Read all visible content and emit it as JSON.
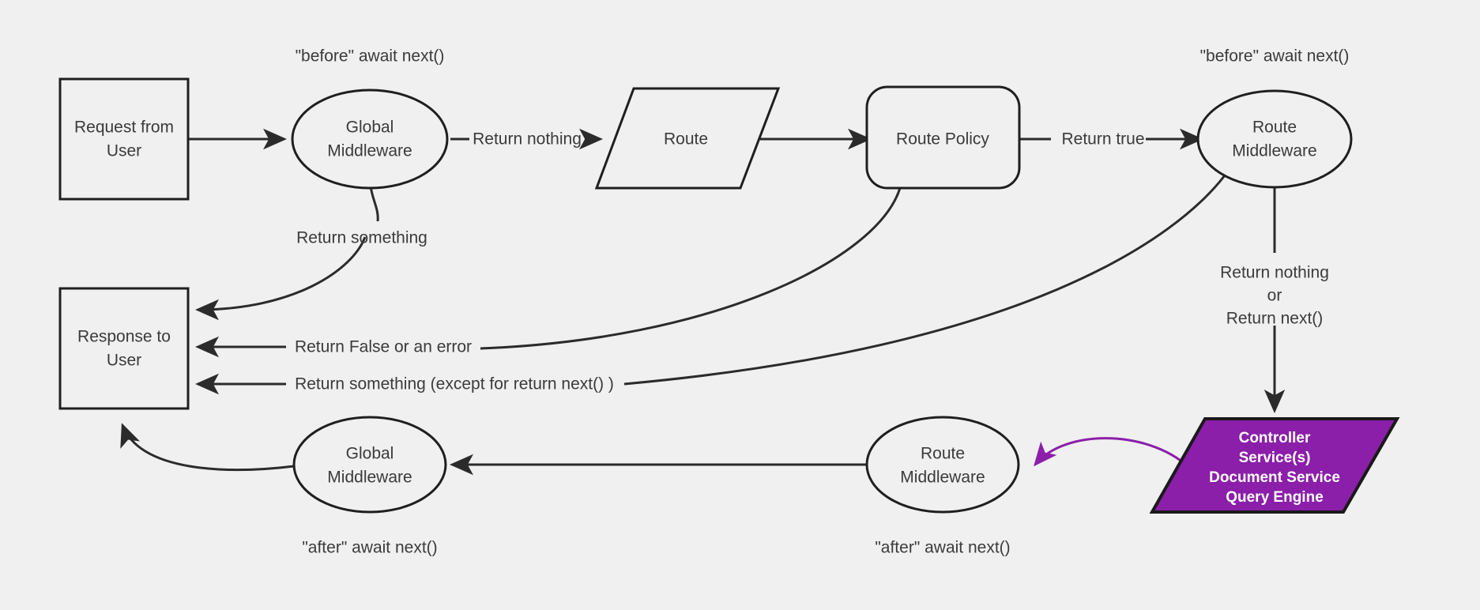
{
  "diagram": {
    "title": "Request / Middleware Lifecycle Flow",
    "background_color": "#f0f0f0",
    "stroke_color": "#2b2b2b",
    "text_color": "#3b3b3b",
    "accent_color": "#8b1fa9",
    "nodes": {
      "request_from_user": {
        "line1": "Request from",
        "line2": "User",
        "shape": "rectangle"
      },
      "global_middleware_top": {
        "line1": "Global",
        "line2": "Middleware",
        "shape": "ellipse"
      },
      "route": {
        "line1": "Route",
        "shape": "parallelogram"
      },
      "route_policy": {
        "line1": "Route Policy",
        "shape": "rounded-rectangle"
      },
      "route_middleware_top": {
        "line1": "Route",
        "line2": "Middleware",
        "shape": "ellipse"
      },
      "response_to_user": {
        "line1": "Response to",
        "line2": "User",
        "shape": "rectangle"
      },
      "global_middleware_bottom": {
        "line1": "Global",
        "line2": "Middleware",
        "shape": "ellipse"
      },
      "route_middleware_bottom": {
        "line1": "Route",
        "line2": "Middleware",
        "shape": "ellipse"
      },
      "controller_services": {
        "line1": "Controller",
        "line2": "Service(s)",
        "line3": "Document Service",
        "line4": "Query Engine",
        "shape": "parallelogram",
        "fill": "#8b1fa9"
      }
    },
    "annotations": {
      "before_await_next_global": "\"before\" await next()",
      "before_await_next_route": "\"before\" await next()",
      "after_await_next_global": "\"after\" await next()",
      "after_await_next_route": "\"after\" await next()"
    },
    "edge_labels": {
      "return_nothing": "Return nothing",
      "return_true": "Return true",
      "return_something": "Return something",
      "return_false_or_error": "Return False or an error",
      "return_something_except_next": "Return something (except for return next() )",
      "return_nothing_or_next_line1": "Return nothing",
      "return_nothing_or_next_line2": "or",
      "return_nothing_or_next_line3": "Return next()"
    }
  }
}
